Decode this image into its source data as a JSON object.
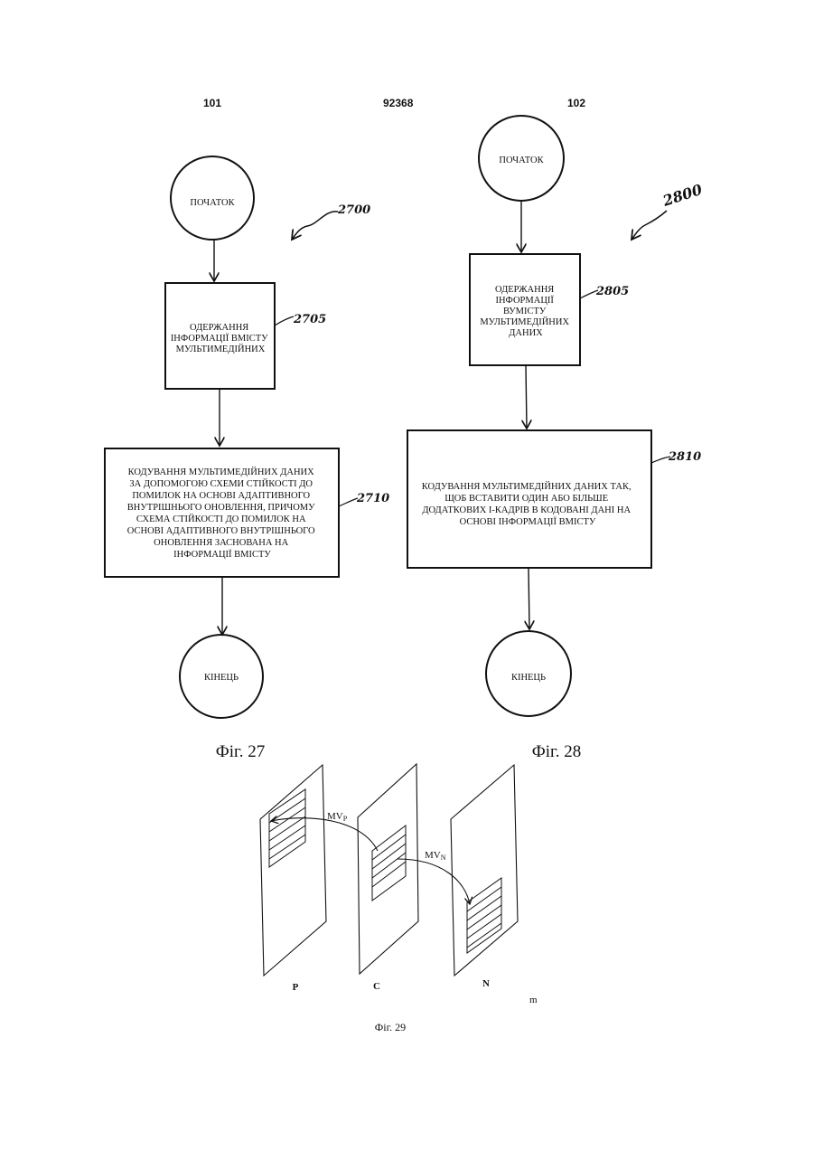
{
  "header": {
    "left_page": "101",
    "center_number": "92368",
    "right_page": "102"
  },
  "fig27": {
    "start": "ПОЧАТОК",
    "ref_main": "2700",
    "box1": [
      "ОДЕРЖАННЯ",
      "ІНФОРМАЦІЇ ВМІСТУ",
      "МУЛЬТИМЕДІЙНИХ"
    ],
    "ref_box1": "2705",
    "box2": [
      "КОДУВАННЯ МУЛЬТИМЕДІЙНИХ ДАНИХ",
      "ЗА ДОПОМОГОЮ СХЕМИ СТІЙКОСТІ ДО",
      "ПОМИЛОК НА ОСНОВІ АДАПТИВНОГО",
      "ВНУТРІШНЬОГО ОНОВЛЕННЯ, ПРИЧОМУ",
      "СХЕМА СТІЙКОСТІ ДО ПОМИЛОК НА",
      "ОСНОВІ АДАПТИВНОГО ВНУТРІШНЬОГО",
      "ОНОВЛЕННЯ ЗАСНОВАНА НА",
      "ІНФОРМАЦІЇ ВМІСТУ"
    ],
    "ref_box2": "2710",
    "end": "КІНЕЦЬ",
    "caption": "Фіг. 27"
  },
  "fig28": {
    "start": "ПОЧАТОК",
    "ref_main": "2800",
    "box1": [
      "ОДЕРЖАННЯ",
      "ІНФОРМАЦІЇ",
      "ВУМІСТУ",
      "МУЛЬТИМЕДІЙНИХ",
      "ДАНИХ"
    ],
    "ref_box1": "2805",
    "box2": [
      "КОДУВАННЯ МУЛЬТИМЕДІЙНИХ ДАНИХ ТАК,",
      "ЩОБ ВСТАВИТИ ОДИН АБО БІЛЬШЕ",
      "ДОДАТКОВИХ І-КАДРІВ В КОДОВАНІ ДАНІ НА",
      "ОСНОВІ ІНФОРМАЦІЇ ВМІСТУ"
    ],
    "ref_box2": "2810",
    "end": "КІНЕЦЬ",
    "caption": "Фіг. 28"
  },
  "fig29": {
    "mv_p": "MV",
    "mv_p_sub": "P",
    "mv_n": "MV",
    "mv_n_sub": "N",
    "frame_p": "P",
    "frame_c": "C",
    "frame_n": "N",
    "stray_mark": "m",
    "caption": "Фіг. 29"
  }
}
